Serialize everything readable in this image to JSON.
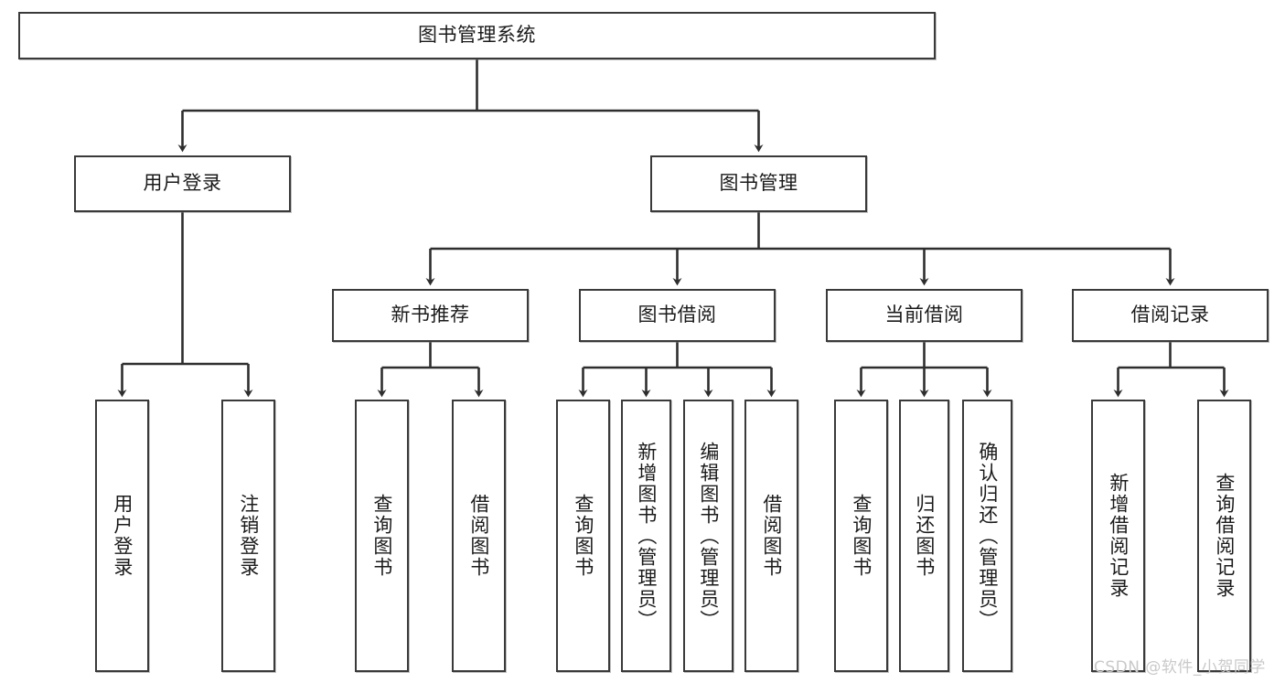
{
  "diagram": {
    "title": "图书管理系统",
    "colors": {
      "stroke": "#3a3a3a",
      "fill": "#ffffff",
      "text": "#1b1b1b",
      "watermark": "#c9c9c9"
    },
    "levels": {
      "root": {
        "label": "图书管理系统"
      },
      "level2": [
        {
          "label": "用户登录"
        },
        {
          "label": "图书管理"
        }
      ],
      "level3": [
        {
          "label": "新书推荐"
        },
        {
          "label": "图书借阅"
        },
        {
          "label": "当前借阅"
        },
        {
          "label": "借阅记录"
        }
      ],
      "leaves": {
        "user_login": [
          {
            "label": "用户登录"
          },
          {
            "label": "注销登录"
          }
        ],
        "new_book_recommend": [
          {
            "label": "查询图书"
          },
          {
            "label": "借阅图书"
          }
        ],
        "book_borrow": [
          {
            "label": "查询图书"
          },
          {
            "label": "新增图书（管理员）"
          },
          {
            "label": "编辑图书（管理员）"
          },
          {
            "label": "借阅图书"
          }
        ],
        "current_borrow": [
          {
            "label": "查询图书"
          },
          {
            "label": "归还图书"
          },
          {
            "label": "确认归还（管理员）"
          }
        ],
        "borrow_record": [
          {
            "label": "新增借阅记录"
          },
          {
            "label": "查询借阅记录"
          }
        ]
      }
    },
    "watermark": "CSDN @软件_小贺同学"
  }
}
